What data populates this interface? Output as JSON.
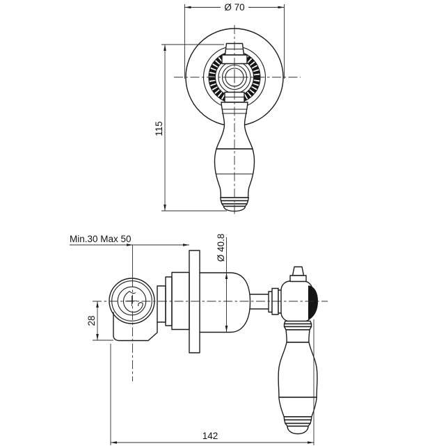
{
  "drawing": {
    "type": "technical-dimension-drawing",
    "subject": "concealed valve with lever handle, front view and side installation view",
    "colors": {
      "line": "#1d1d1d",
      "background": "#ffffff"
    },
    "dimensions": {
      "escutcheon_diameter": "Ø 70",
      "handle_height": "115",
      "installation_depth": "Min.30 Max 50",
      "body_diameter": "Ø 40.8",
      "inlet_offset": "28",
      "overall_depth": "142"
    }
  }
}
